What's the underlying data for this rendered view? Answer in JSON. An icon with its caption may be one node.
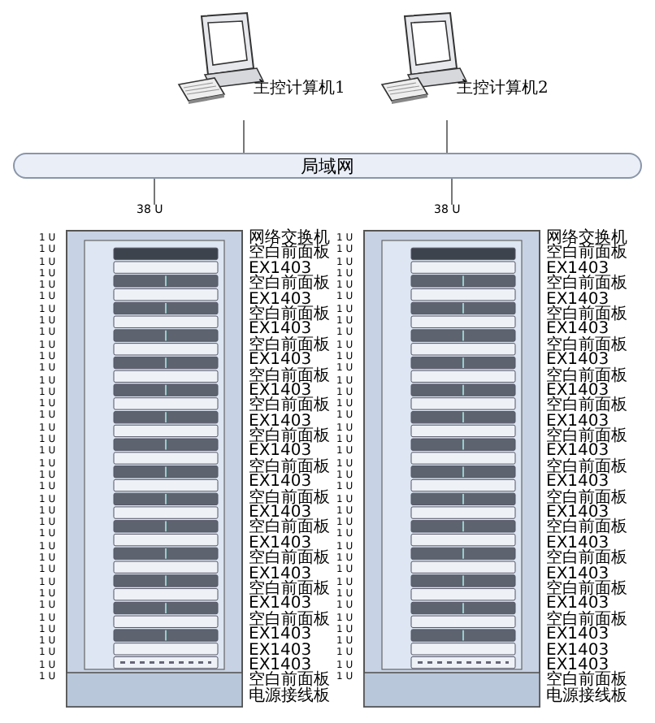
{
  "diagram": {
    "nodes": [
      {
        "text": [
          "主控计算机1"
        ]
      },
      {
        "text": [
          "主控计算机2"
        ]
      },
      {
        "text": [
          "局域网"
        ]
      },
      {
        "text": [
          "38 U"
        ],
        "beside": [
          "网络交换机",
          "空白前面板",
          "EX1403",
          "空白前面板",
          "EX1403",
          "空白前面板",
          "EX1403",
          "空白前面板",
          "EX1403",
          "空白前面板",
          "EX1403",
          "空白前面板",
          "EX1403",
          "空白前面板",
          "EX1403",
          "空白前面板",
          "EX1403",
          "空白前面板",
          "EX1403",
          "空白前面板",
          "EX1403",
          "空白前面板",
          "EX1403",
          "空白前面板",
          "EX1403",
          "空白前面板",
          "EX1403",
          "EX1403",
          "EX1403",
          "空白前面板",
          "电源接线板"
        ]
      },
      {
        "text": [
          "38 U"
        ],
        "beside": [
          "网络交换机",
          "空白前面板",
          "EX1403",
          "空白前面板",
          "EX1403",
          "空白前面板",
          "EX1403",
          "空白前面板",
          "EX1403",
          "空白前面板",
          "EX1403",
          "空白前面板",
          "EX1403",
          "空白前面板",
          "EX1403",
          "空白前面板",
          "EX1403",
          "空白前面板",
          "EX1403",
          "空白前面板",
          "EX1403",
          "空白前面板",
          "EX1403",
          "空白前面板",
          "EX1403",
          "空白前面板",
          "EX1403",
          "EX1403",
          "EX1403",
          "空白前面板",
          "电源接线板"
        ]
      }
    ],
    "edges": [
      {
        "from": 0,
        "to": 2,
        "arrow": "none"
      },
      {
        "from": 1,
        "to": 2,
        "arrow": "none"
      },
      {
        "from": 2,
        "to": 3,
        "arrow": "none"
      },
      {
        "from": 2,
        "to": 4,
        "arrow": "none"
      }
    ],
    "labels": [
      "1 U",
      "1 U",
      "1 U",
      "1 U",
      "1 U",
      "1 U",
      "1 U",
      "1 U",
      "1 U",
      "1 U",
      "1 U",
      "1 U",
      "1 U",
      "1 U",
      "1 U",
      "1 U",
      "1 U",
      "1 U",
      "1 U",
      "1 U",
      "1 U",
      "1 U",
      "1 U",
      "1 U",
      "1 U",
      "1 U",
      "1 U",
      "1 U",
      "1 U",
      "1 U",
      "1 U",
      "1 U",
      "1 U",
      "1 U",
      "1 U",
      "1 U",
      "1 U",
      "1 U",
      "1 U",
      "1 U",
      "1 U",
      "1 U",
      "1 U",
      "1 U",
      "1 U",
      "1 U",
      "1 U",
      "1 U",
      "1 U",
      "1 U",
      "1 U",
      "1 U",
      "1 U",
      "1 U",
      "1 U",
      "1 U",
      "1 U",
      "1 U",
      "1 U",
      "1 U",
      "1 U",
      "1 U",
      "1 U",
      "1 U",
      "1 U",
      "1 U",
      "1 U",
      "1 U",
      "1 U",
      "1 U",
      "1 U",
      "1 U",
      "1 U",
      "1 U",
      "1 U",
      "1 U"
    ]
  }
}
